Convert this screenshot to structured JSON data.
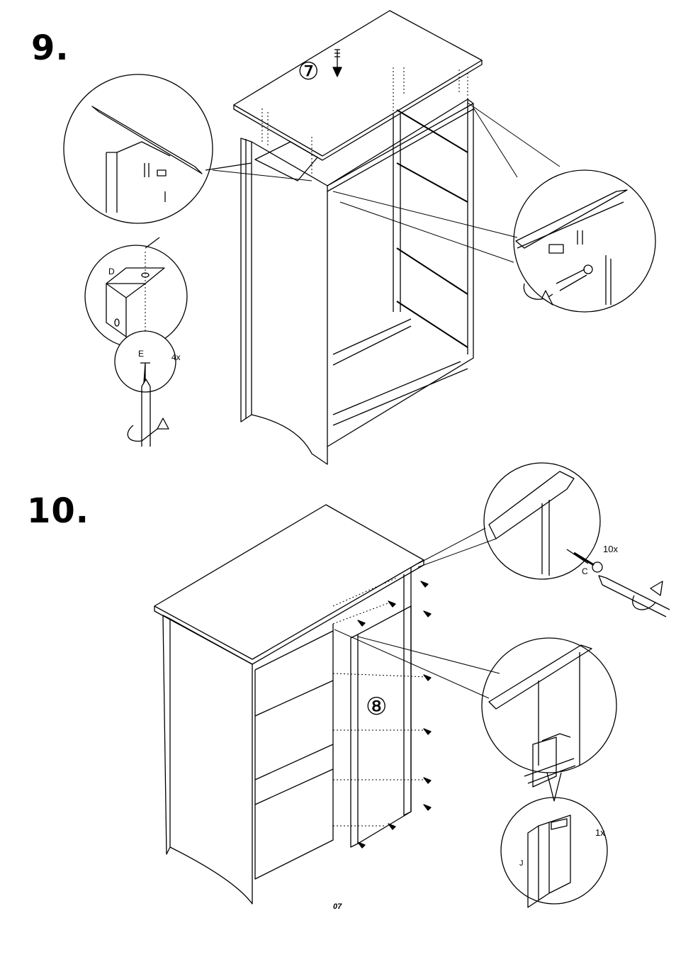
{
  "steps": [
    {
      "number": "9.",
      "part_markers": [
        "⑦"
      ],
      "callouts": [
        {
          "letter": "D"
        },
        {
          "letter": "E",
          "quantity": "4x"
        }
      ]
    },
    {
      "number": "10.",
      "part_markers": [
        "⑧"
      ],
      "callouts": [
        {
          "letter": "C",
          "quantity": "10x"
        },
        {
          "letter": "J",
          "quantity": "1x"
        }
      ]
    }
  ],
  "page_number": "07",
  "icons": [
    "down-arrow-icon",
    "screwdriver-icon",
    "rotate-arrow-icon",
    "screw-icon",
    "bracket-icon",
    "door-hinge-icon"
  ],
  "colors": {
    "line": "#000000",
    "background": "#ffffff"
  }
}
